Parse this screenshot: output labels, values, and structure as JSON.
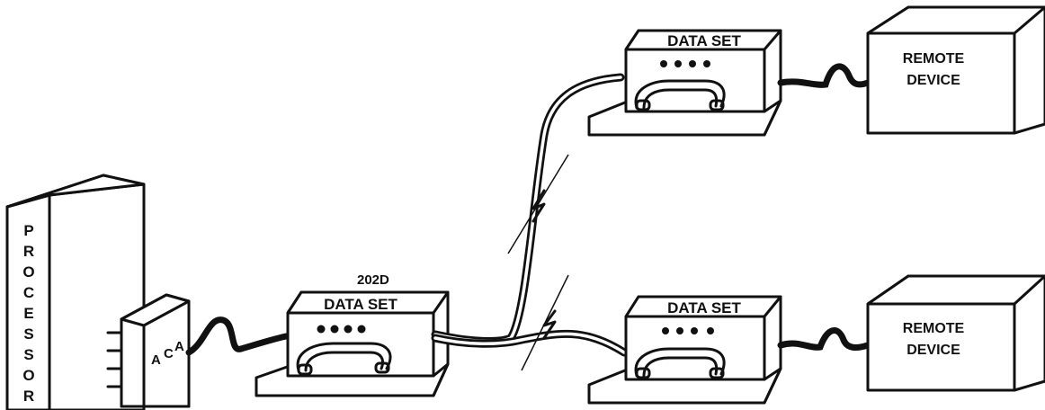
{
  "processor": {
    "letters": [
      "P",
      "R",
      "O",
      "C",
      "E",
      "S",
      "S",
      "O",
      "R"
    ]
  },
  "aca": {
    "label_a": "A",
    "label_c": "C",
    "label_a2": "A"
  },
  "central_dataset": {
    "model": "202D",
    "label": "DATA SET"
  },
  "dataset_top": {
    "label": "DATA SET"
  },
  "dataset_bottom": {
    "label": "DATA SET"
  },
  "remote_top": {
    "line1": "REMOTE",
    "line2": "DEVICE"
  },
  "remote_bottom": {
    "line1": "REMOTE",
    "line2": "DEVICE"
  }
}
